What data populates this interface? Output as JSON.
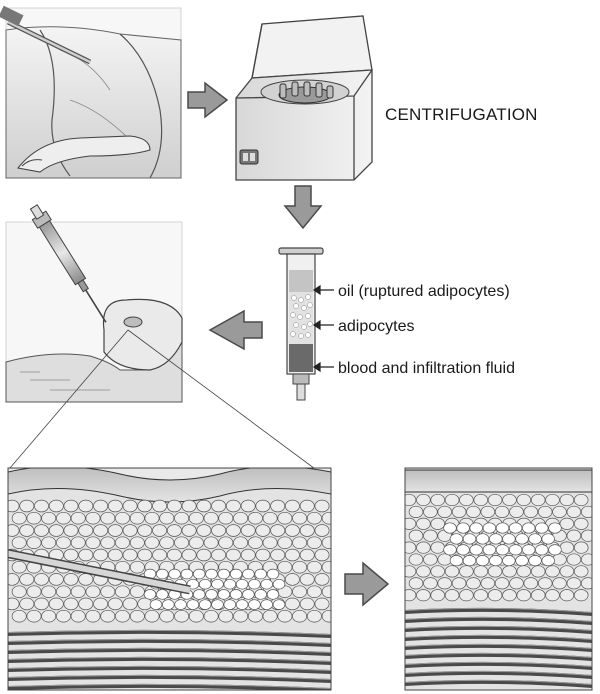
{
  "steps": {
    "centrifugation_label": "CENTRIFUGATION"
  },
  "syringe_layers": [
    {
      "id": "oil",
      "label": "oil (ruptured adipocytes)"
    },
    {
      "id": "adipocytes",
      "label": "adipocytes"
    },
    {
      "id": "blood",
      "label": "blood and infiltration fluid"
    }
  ],
  "palette": {
    "arrow_fill": "#9a9a9a",
    "arrow_stroke": "#4a4a4a",
    "line": "#3a3a3a",
    "skin": "#d9d9d9",
    "fat": "#e6e6e6",
    "muscle": "#5a5a5a"
  }
}
